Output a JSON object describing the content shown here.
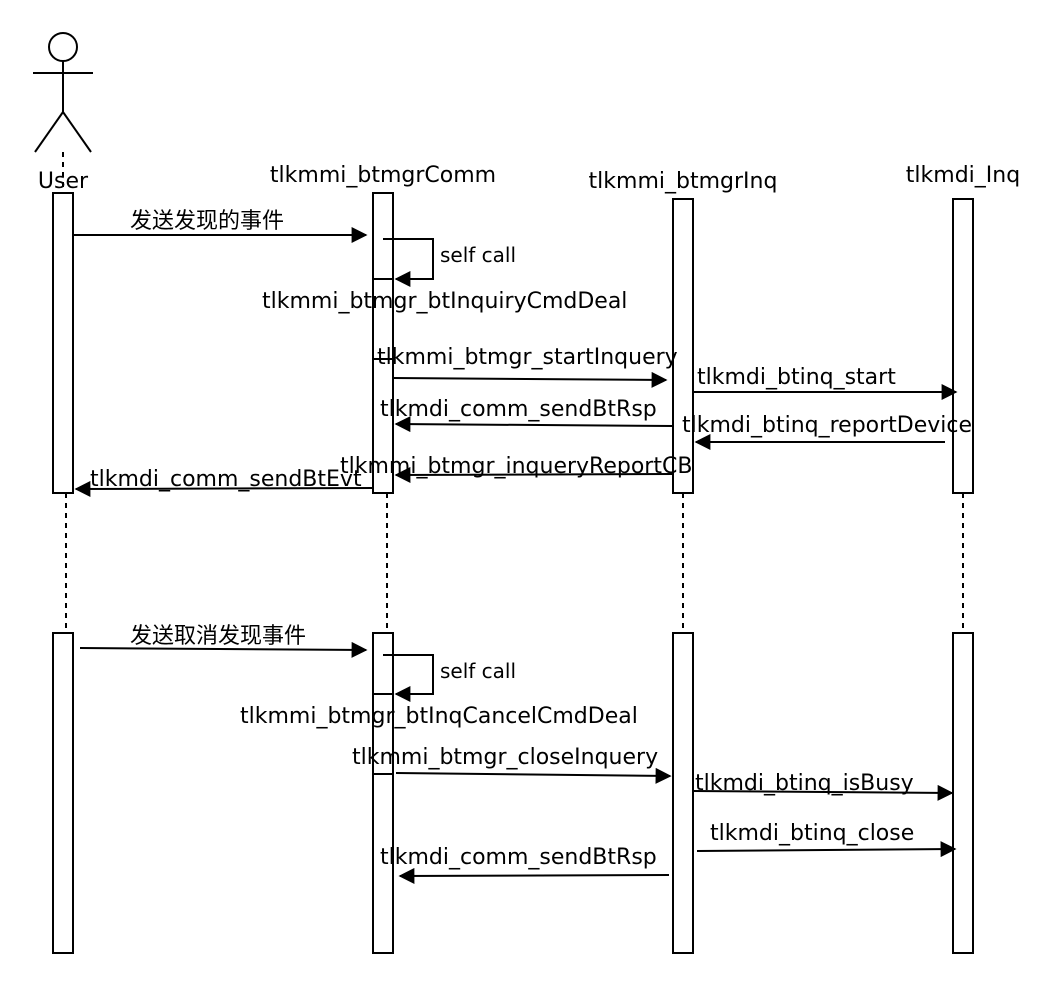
{
  "actor": {
    "label": "User"
  },
  "lifelines": [
    {
      "label": "tlkmmi_btmgrComm"
    },
    {
      "label": "tlkmmi_btmgrInq"
    },
    {
      "label": "tlkmdi_Inq"
    }
  ],
  "messages": {
    "send_discovery_event": "发送发现的事件",
    "self_call_1": "self call",
    "inquiry_cmd_deal": "tlkmmi_btmgr_btInquiryCmdDeal",
    "start_inquery": "tlkmmi_btmgr_startInquery",
    "btinq_start": "tlkmdi_btinq_start",
    "comm_send_bt_rsp_1": "tlkmdi_comm_sendBtRsp",
    "btinq_report_device": "tlkmdi_btinq_reportDevice",
    "inquery_report_cb": "tlkmmi_btmgr_inqueryReportCB",
    "comm_send_bt_evt": "tlkmdi_comm_sendBtEvt",
    "send_cancel_event": "发送取消发现事件",
    "self_call_2": "self call",
    "inq_cancel_cmd_deal": "tlkmmi_btmgr_btInqCancelCmdDeal",
    "close_inquery": "tlkmmi_btmgr_closeInquery",
    "btinq_is_busy": "tlkmdi_btinq_isBusy",
    "btinq_close": "tlkmdi_btinq_close",
    "comm_send_bt_rsp_2": "tlkmdi_comm_sendBtRsp"
  }
}
